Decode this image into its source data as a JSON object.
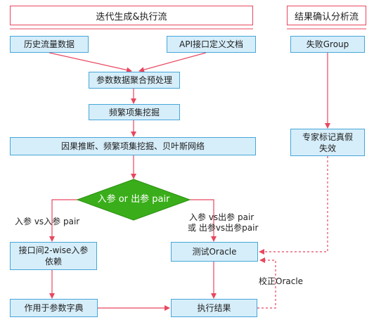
{
  "headers": {
    "left": "迭代生成&执行流",
    "right": "结果确认分析流"
  },
  "boxes": {
    "history": "历史流量数据",
    "api_doc": "API接口定义文档",
    "aggregate": "参数数据聚合预处理",
    "frequent": "频繁项集挖掘",
    "causal": "因果推断、频繁项集挖掘、贝叶斯网络",
    "decision": "入参 or 出参 pair",
    "interface": "接口间2-wise入参\n依赖",
    "apply_dict": "作用于参数字典",
    "test_oracle": "测试Oracle",
    "exec_result": "执行结果",
    "fail_group": "失败Group",
    "expert": "专家标记真假\n失效"
  },
  "labels": {
    "left_branch": "入参 vs入参 pair",
    "right_branch_1": "入参 vs出参 pair",
    "right_branch_2": "或 出参vs出参pair",
    "calibrate": "校正Oracle"
  },
  "colors": {
    "box_fill": "#d6eefa",
    "box_border": "#46a6d8",
    "arrow": "#e8475f",
    "diamond": "#3aae1a"
  }
}
